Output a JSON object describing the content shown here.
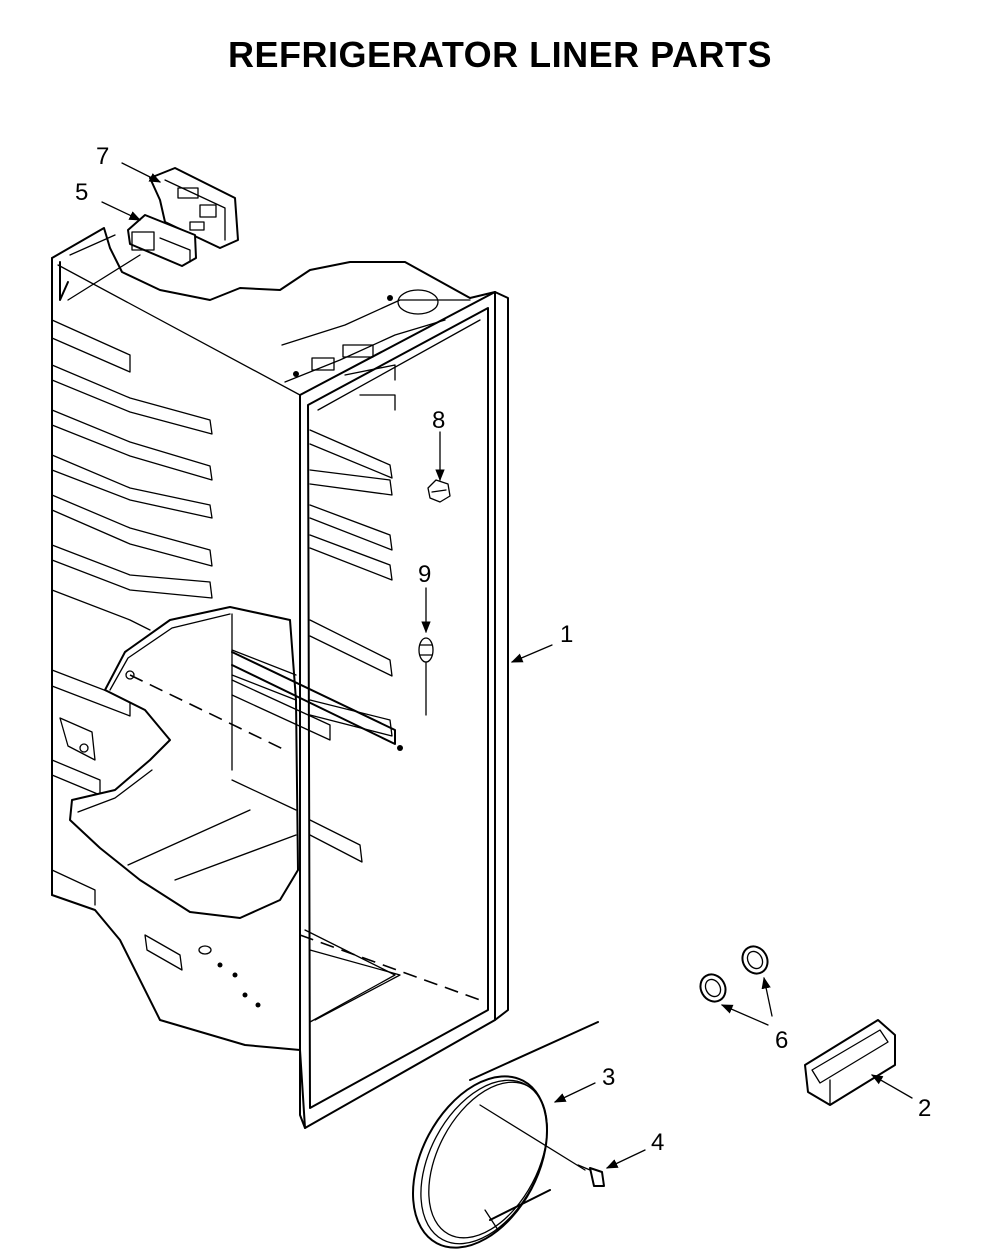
{
  "title": "REFRIGERATOR LINER PARTS",
  "callouts": [
    {
      "id": "1",
      "label": "1"
    },
    {
      "id": "2",
      "label": "2"
    },
    {
      "id": "3",
      "label": "3"
    },
    {
      "id": "4",
      "label": "4"
    },
    {
      "id": "5",
      "label": "5"
    },
    {
      "id": "6",
      "label": "6"
    },
    {
      "id": "7",
      "label": "7"
    },
    {
      "id": "8",
      "label": "8"
    },
    {
      "id": "9",
      "label": "9"
    }
  ]
}
